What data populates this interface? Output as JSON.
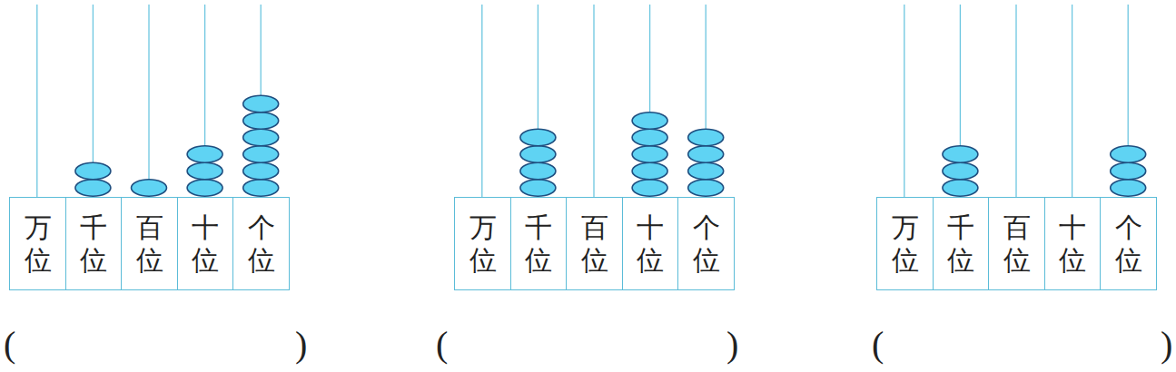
{
  "diagram": {
    "nodes": [
      {
        "text": [
          "万位"
        ]
      },
      {
        "text": [
          "千位"
        ]
      },
      {
        "text": [
          "百位"
        ]
      },
      {
        "text": [
          "十位"
        ]
      },
      {
        "text": [
          "个位"
        ]
      },
      {
        "text": [
          "万位"
        ]
      },
      {
        "text": [
          "千位"
        ]
      },
      {
        "text": [
          "百位"
        ]
      },
      {
        "text": [
          "十位"
        ]
      },
      {
        "text": [
          "个位"
        ]
      },
      {
        "text": [
          "万位"
        ]
      },
      {
        "text": [
          "千位"
        ]
      },
      {
        "text": [
          "百位"
        ]
      },
      {
        "text": [
          "十位"
        ]
      },
      {
        "text": [
          "个位"
        ]
      }
    ],
    "labels": [
      "(",
      ")",
      "(",
      ")",
      "(",
      ")"
    ]
  }
}
